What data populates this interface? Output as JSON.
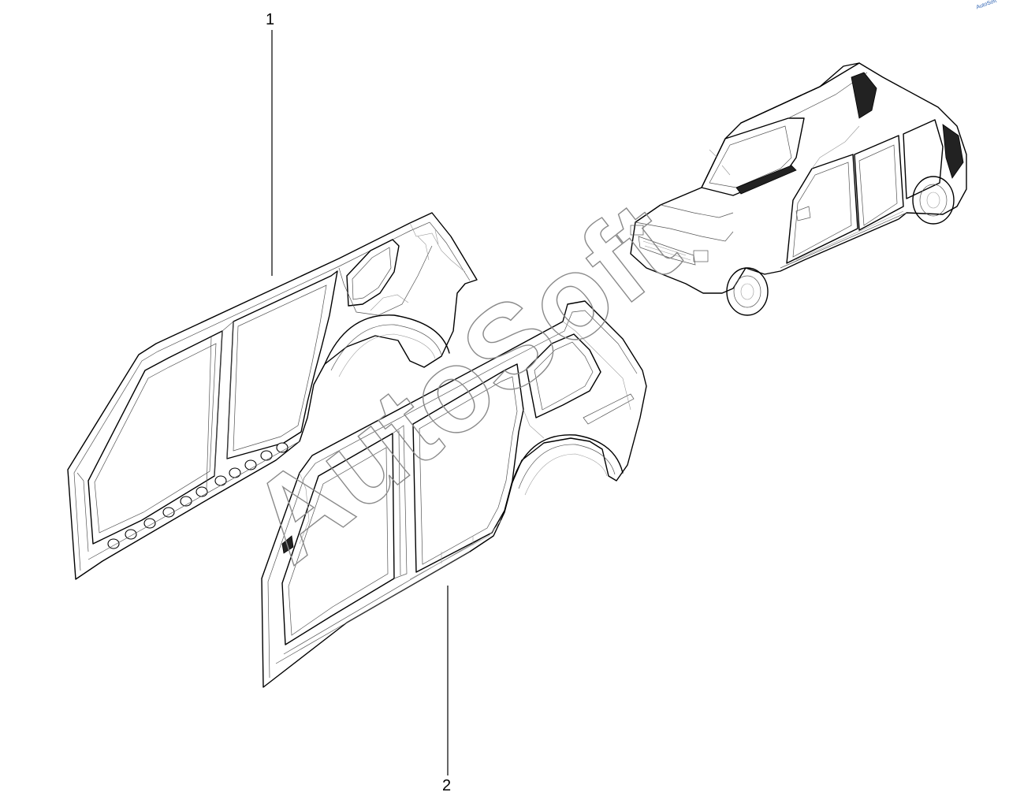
{
  "callouts": {
    "part_1": "1",
    "part_2": "2"
  },
  "watermark": {
    "text": "AutoSoft",
    "color": "#8a8a8a"
  },
  "corner_logo": {
    "text": "AutoSoft",
    "color": "#2a5fb0"
  },
  "colors": {
    "line": "#000000",
    "background": "#ffffff"
  }
}
